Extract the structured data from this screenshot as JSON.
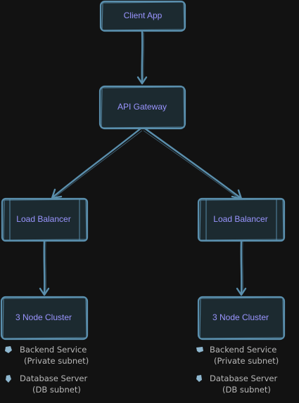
{
  "colors": {
    "background": "#121212",
    "node_fill": "#1c2a30",
    "node_stroke": "#5a8fad",
    "label_text": "#9a95ff",
    "legend_text": "#b8b8b8"
  },
  "nodes": {
    "client_app": "Client App",
    "api_gateway": "API Gateway",
    "lb_left": "Load Balancer",
    "lb_right": "Load Balancer",
    "cluster_left": "3 Node Cluster",
    "cluster_right": "3 Node Cluster"
  },
  "legend_left": {
    "item1_line1": "Backend Service",
    "item1_line2": "(Private subnet)",
    "item2_line1": "Database Server",
    "item2_line2": "(DB subnet)",
    "item1_icon": "server-icon",
    "item2_icon": "database-icon"
  },
  "legend_right": {
    "item1_line1": "Backend Service",
    "item1_line2": "(Private subnet)",
    "item2_line1": "Database Server",
    "item2_line2": "(DB subnet)",
    "item1_icon": "server-icon",
    "item2_icon": "database-icon"
  }
}
